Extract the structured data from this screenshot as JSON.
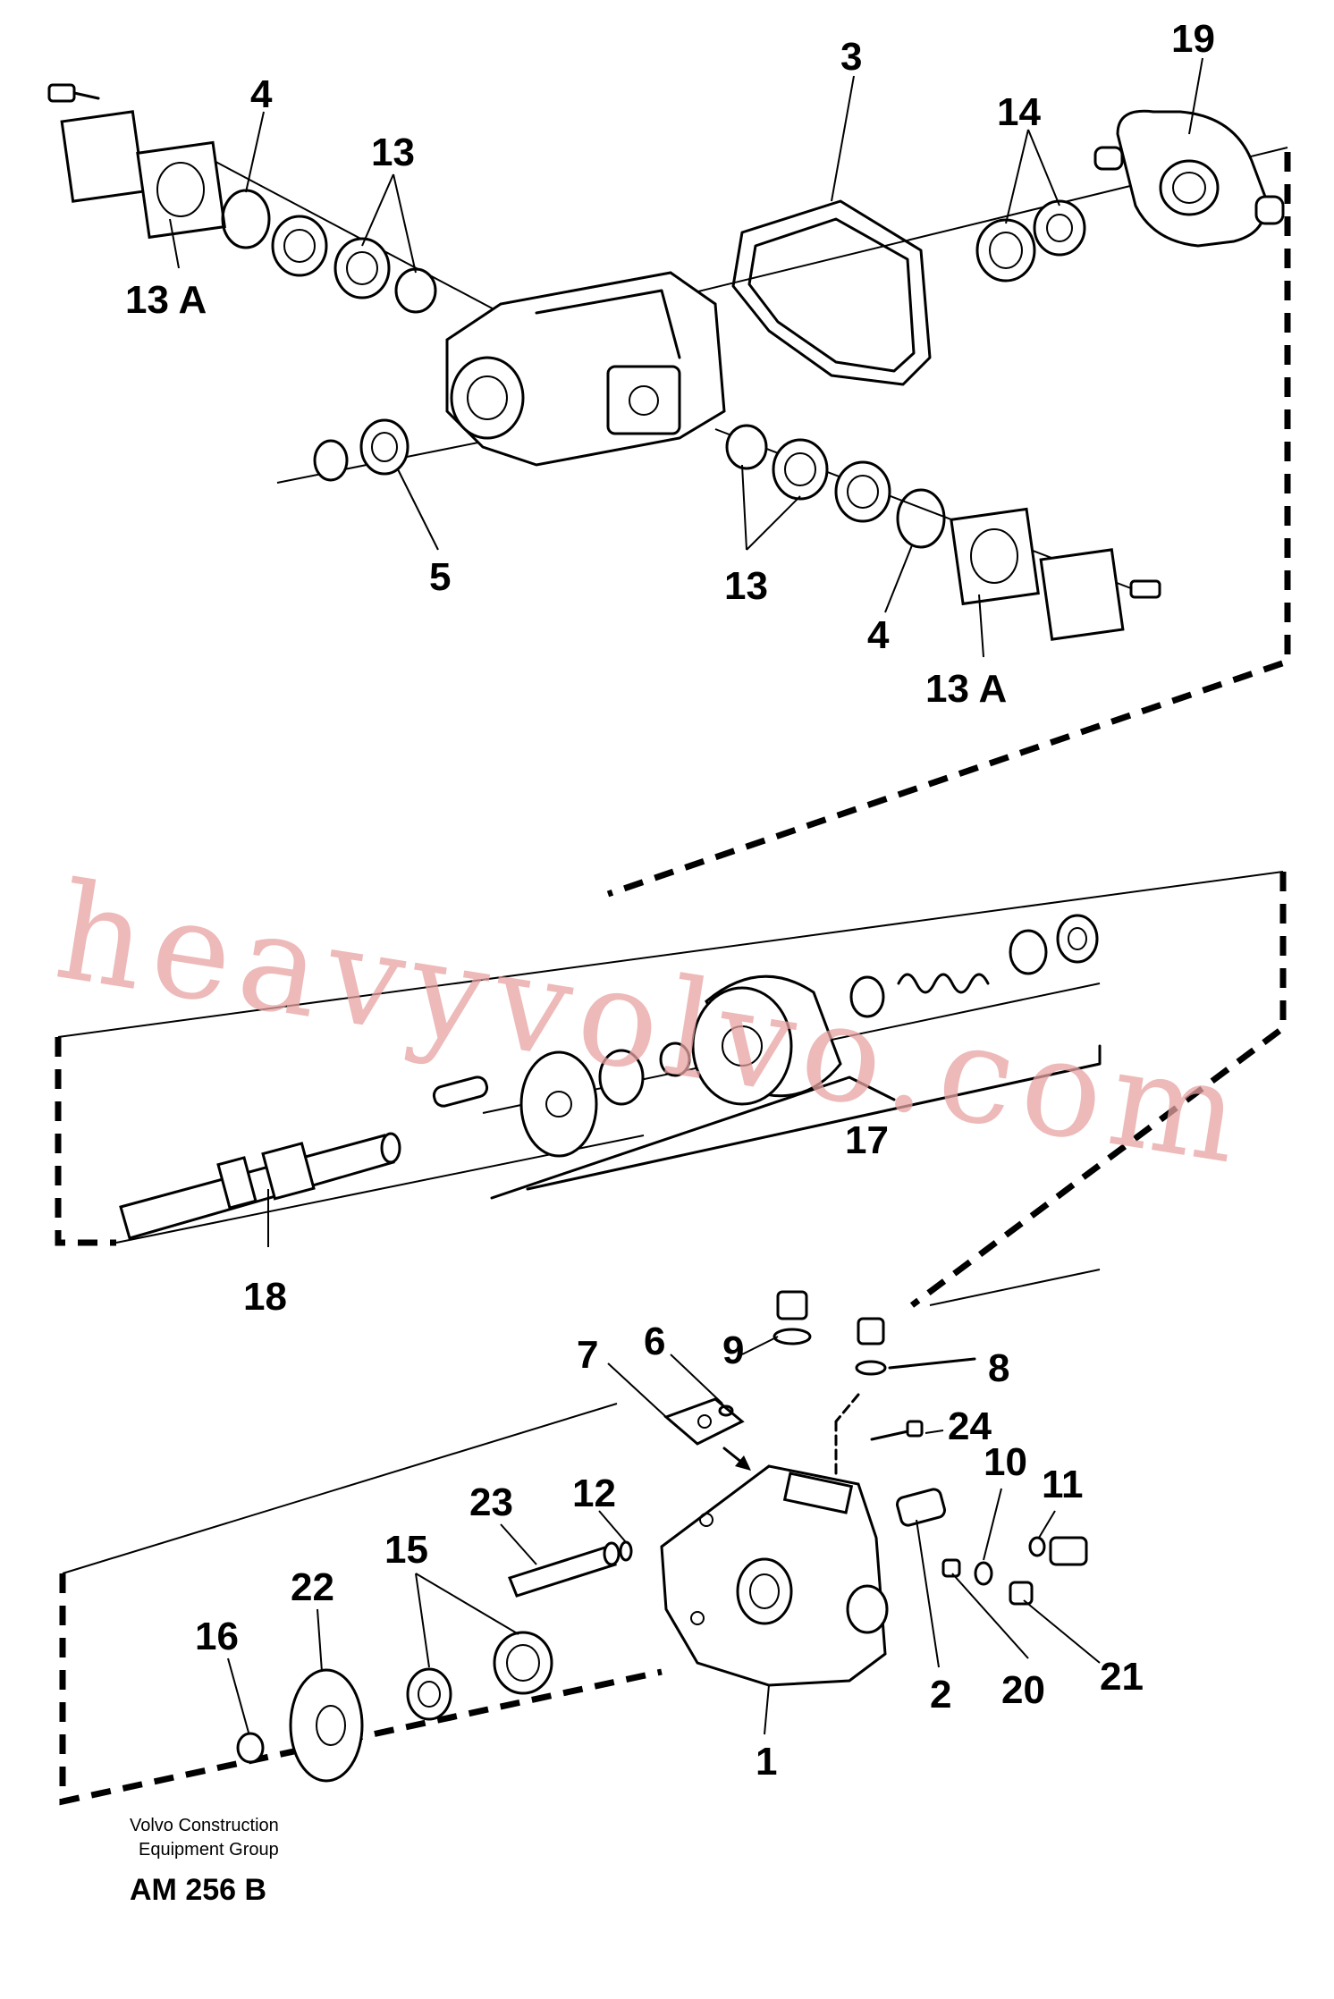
{
  "callouts": {
    "c19": "19",
    "c3": "3",
    "c14": "14",
    "c4_top": "4",
    "c13_top": "13",
    "c13a_top": "13 A",
    "c5": "5",
    "c13_mid": "13",
    "c4_mid": "4",
    "c13a_mid": "13 A",
    "c17": "17",
    "c18": "18",
    "c9": "9",
    "c6": "6",
    "c7": "7",
    "c8": "8",
    "c24": "24",
    "c10": "10",
    "c11": "11",
    "c23": "23",
    "c12": "12",
    "c22": "22",
    "c15": "15",
    "c16": "16",
    "c2": "2",
    "c20": "20",
    "c21": "21",
    "c1": "1"
  },
  "watermark": "heavyvolvo.com",
  "footer": {
    "line1": "Volvo Construction",
    "line2": "Equipment Group",
    "code": "AM 256 B"
  }
}
